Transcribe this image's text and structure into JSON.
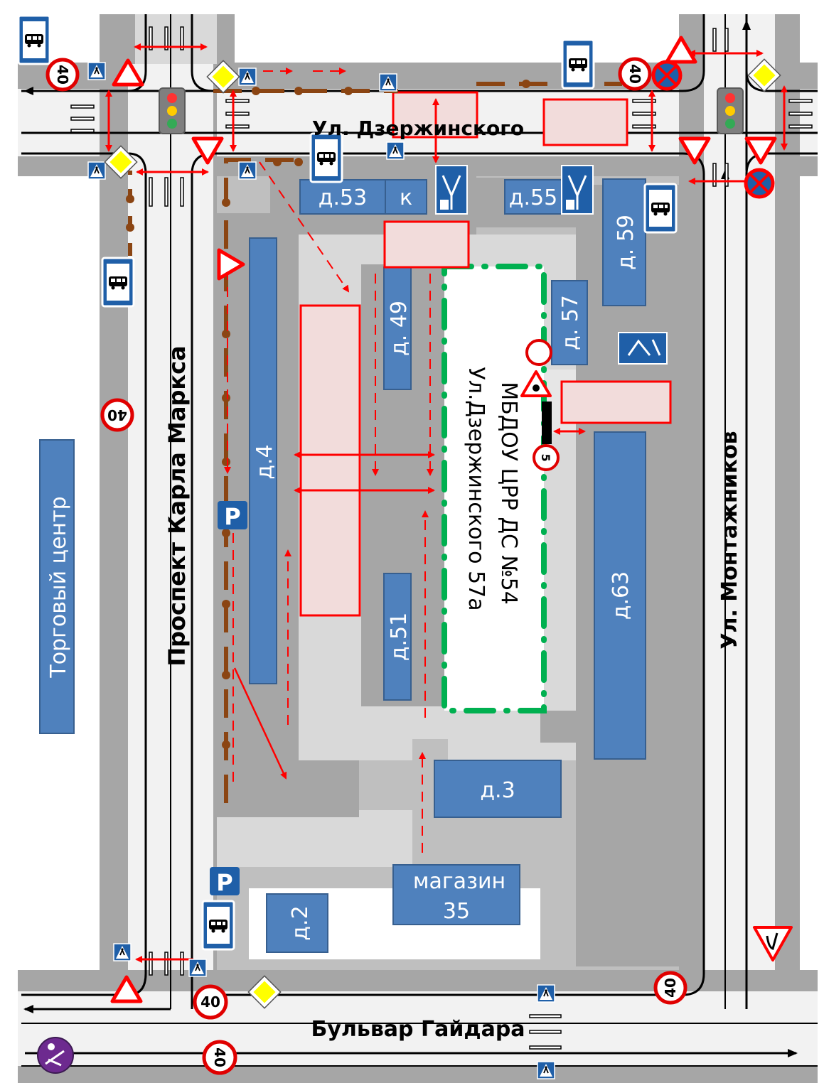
{
  "streets": {
    "dzerzhinskogo": "Ул. Дзержинского",
    "karla_marksa": "Проспект Карла Маркса",
    "montazhnikov": "Ул. Монтажников",
    "gaidara": "Бульвар Гайдара"
  },
  "buildings": {
    "d53": "д.53",
    "k": "к",
    "d55": "д.55",
    "d59": "д. 59",
    "d49": "д. 49",
    "d57": "д. 57",
    "d4": "д.4",
    "d51": "д.51",
    "d63": "д.63",
    "d3": "д.3",
    "d2": "д.2",
    "shop_line1": "магазин",
    "shop_line2": "35",
    "mall": "Торговый центр"
  },
  "kindergarten": {
    "line1": "МБДОУ ЦРР ДС №54",
    "line2": "Ул.Дзержинского 57а"
  },
  "signs": {
    "speed_limit": "40",
    "speed_limit_inner": "5",
    "parking": "P"
  },
  "colors": {
    "road": "#a6a6a6",
    "road_light": "#d9d9d9",
    "building": "#4f81bd",
    "sign_blue": "#1f5fa8",
    "red": "#ff0000",
    "brown_route": "#8b4513",
    "green_border": "#00b050",
    "crossing_fill": "#f2dcdb"
  }
}
